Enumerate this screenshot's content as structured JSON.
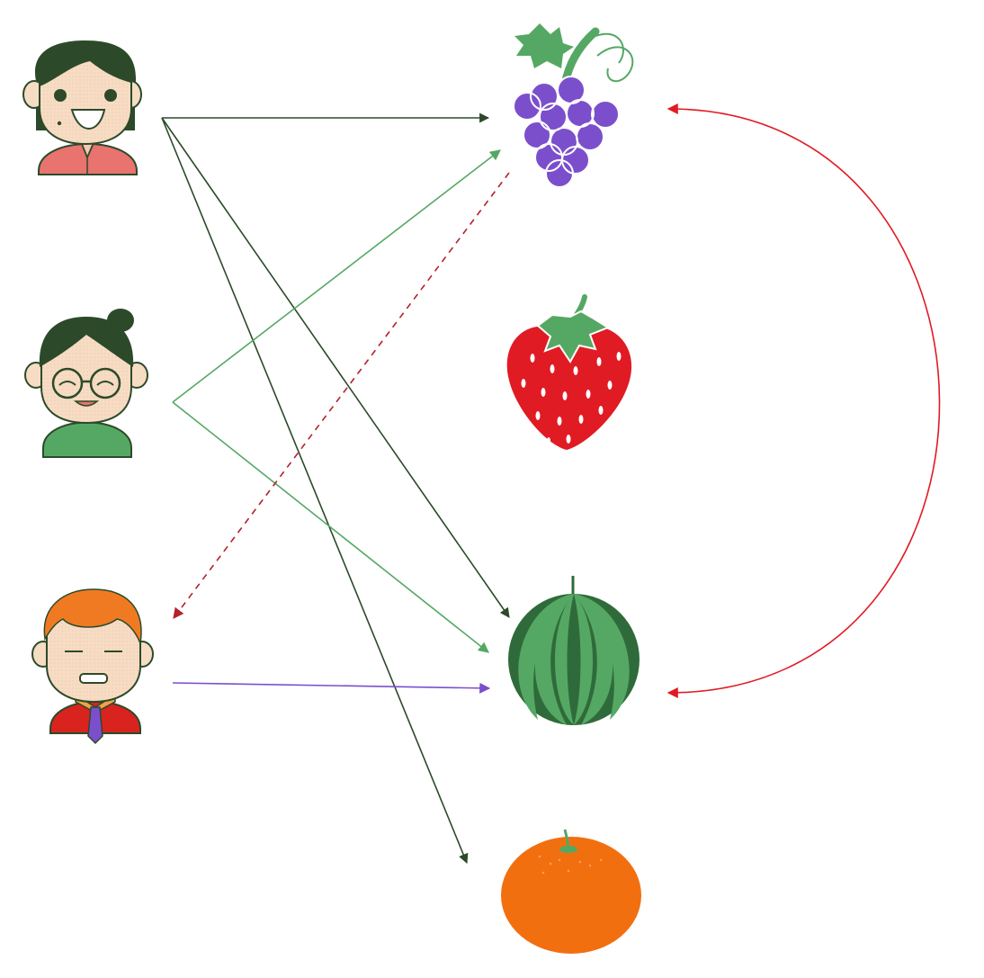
{
  "diagram": {
    "people": [
      {
        "id": "woman",
        "icon": "woman-avatar-icon",
        "shirt_color": "#e8736f",
        "hair_color": "#2c4a2a"
      },
      {
        "id": "glasses-person",
        "icon": "person-with-glasses-avatar-icon",
        "shirt_color": "#55a864",
        "hair_color": "#2c4a2a"
      },
      {
        "id": "man",
        "icon": "man-with-tie-avatar-icon",
        "shirt_color": "#d9231e",
        "hair_color": "#f07a22"
      }
    ],
    "fruits": [
      {
        "id": "grapes",
        "icon": "grapes-icon",
        "color": "#7b4fcc"
      },
      {
        "id": "strawberry",
        "icon": "strawberry-icon",
        "color": "#e01b23"
      },
      {
        "id": "watermelon",
        "icon": "watermelon-icon",
        "color": "#2f6b3a"
      },
      {
        "id": "orange",
        "icon": "orange-icon",
        "color": "#f26f10"
      }
    ],
    "edges": [
      {
        "from": "woman",
        "to": "grapes",
        "color": "#2c4a2a",
        "style": "solid"
      },
      {
        "from": "woman",
        "to": "watermelon",
        "color": "#2c4a2a",
        "style": "solid"
      },
      {
        "from": "woman",
        "to": "orange",
        "color": "#2c4a2a",
        "style": "solid"
      },
      {
        "from": "glasses-person",
        "to": "grapes",
        "color": "#55a864",
        "style": "solid"
      },
      {
        "from": "glasses-person",
        "to": "watermelon",
        "color": "#55a864",
        "style": "solid"
      },
      {
        "from": "grapes",
        "to": "man",
        "color": "#b5202a",
        "style": "dashed"
      },
      {
        "from": "man",
        "to": "watermelon",
        "color": "#7b4fcc",
        "style": "solid"
      },
      {
        "from": "grapes",
        "to": "watermelon",
        "color": "#e01b23",
        "style": "solid",
        "direction": "both",
        "shape": "arc"
      }
    ]
  }
}
